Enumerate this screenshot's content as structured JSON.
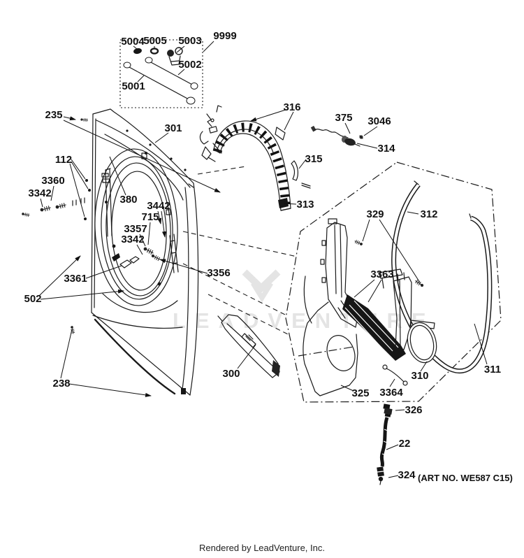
{
  "page": {
    "colors": {
      "background": "#ffffff",
      "ink": "#1a1a1a",
      "watermark": "#e4e4e4"
    }
  },
  "diagram": {
    "watermark": {
      "text": "LEADVENTURE"
    },
    "art_no": "(ART NO. WE587 C15)",
    "callouts": {
      "c9999": "9999",
      "c5001": "5001",
      "c5002": "5002",
      "c5003": "5003",
      "c5004": "5004",
      "c5005": "5005",
      "c235": "235",
      "c301": "301",
      "c316": "316",
      "c375": "375",
      "c3046": "3046",
      "c314": "314",
      "c315": "315",
      "c313": "313",
      "c112": "112",
      "c3360": "3360",
      "c3342_left": "3342",
      "c380": "380",
      "c3442": "3442",
      "c715": "715",
      "c3357": "3357",
      "c3342_mid": "3342",
      "c3356": "3356",
      "c3361": "3361",
      "c502": "502",
      "c238": "238",
      "c329": "329",
      "c312": "312",
      "c3363": "3363",
      "c311": "311",
      "c310": "310",
      "c325": "325",
      "c3364": "3364",
      "c300": "300",
      "c326": "326",
      "c22": "22",
      "c324": "324"
    }
  },
  "footer": {
    "credit": "Rendered by LeadVenture, Inc."
  }
}
